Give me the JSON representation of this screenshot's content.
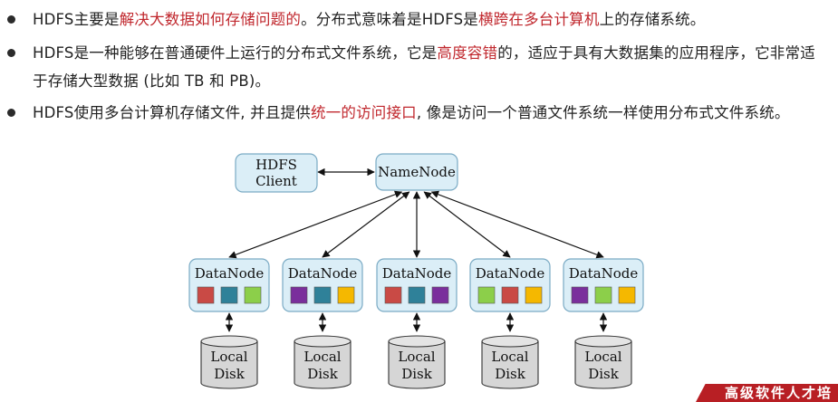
{
  "bullets": [
    {
      "segments": [
        {
          "text": "HDFS主要是",
          "style": "normal"
        },
        {
          "text": "解决大数据如何存储问题的",
          "style": "highlight"
        },
        {
          "text": "。分布式意味着是HDFS是",
          "style": "normal"
        },
        {
          "text": "横跨在多台计算机",
          "style": "highlight"
        },
        {
          "text": "上的存储系统。",
          "style": "normal"
        }
      ]
    },
    {
      "segments": [
        {
          "text": "HDFS是一种能够在普通硬件上运行的分布式文件系统，它是",
          "style": "normal"
        },
        {
          "text": "高度容错",
          "style": "highlight"
        },
        {
          "text": "的，适应于具有大数据集的应用程序，它非常适于存储大型数据 (比如 TB 和 PB)。",
          "style": "normal"
        }
      ]
    },
    {
      "segments": [
        {
          "text": "HDFS使用多台计算机存储文件, 并且提供",
          "style": "normal"
        },
        {
          "text": "统一的访问接口",
          "style": "highlight"
        },
        {
          "text": ", 像是访问一个普通文件系统一样使用分布式文件系统。",
          "style": "normal"
        }
      ]
    }
  ],
  "diagram": {
    "client": {
      "line1": "HDFS",
      "line2": "Client"
    },
    "namenode": "NameNode",
    "datanode_label": "DataNode",
    "disk": {
      "line1": "Local",
      "line2": "Disk"
    },
    "datanodes": [
      {
        "blocks": [
          "#c94a45",
          "#2f8199",
          "#8ccf4a"
        ]
      },
      {
        "blocks": [
          "#7a2f9c",
          "#2f8199",
          "#f5b800"
        ]
      },
      {
        "blocks": [
          "#c94a45",
          "#2f8199",
          "#7a2f9c"
        ]
      },
      {
        "blocks": [
          "#8ccf4a",
          "#c94a45",
          "#f5b800"
        ]
      },
      {
        "blocks": [
          "#7a2f9c",
          "#8ccf4a",
          "#f5b800"
        ]
      }
    ],
    "colors": {
      "node_fill": "#dbeef7",
      "node_stroke": "#7aaac4",
      "disk_fill": "#d6d6d6",
      "highlight_text": "#c0272d"
    }
  },
  "footer": {
    "text": "高级软件人才培"
  }
}
